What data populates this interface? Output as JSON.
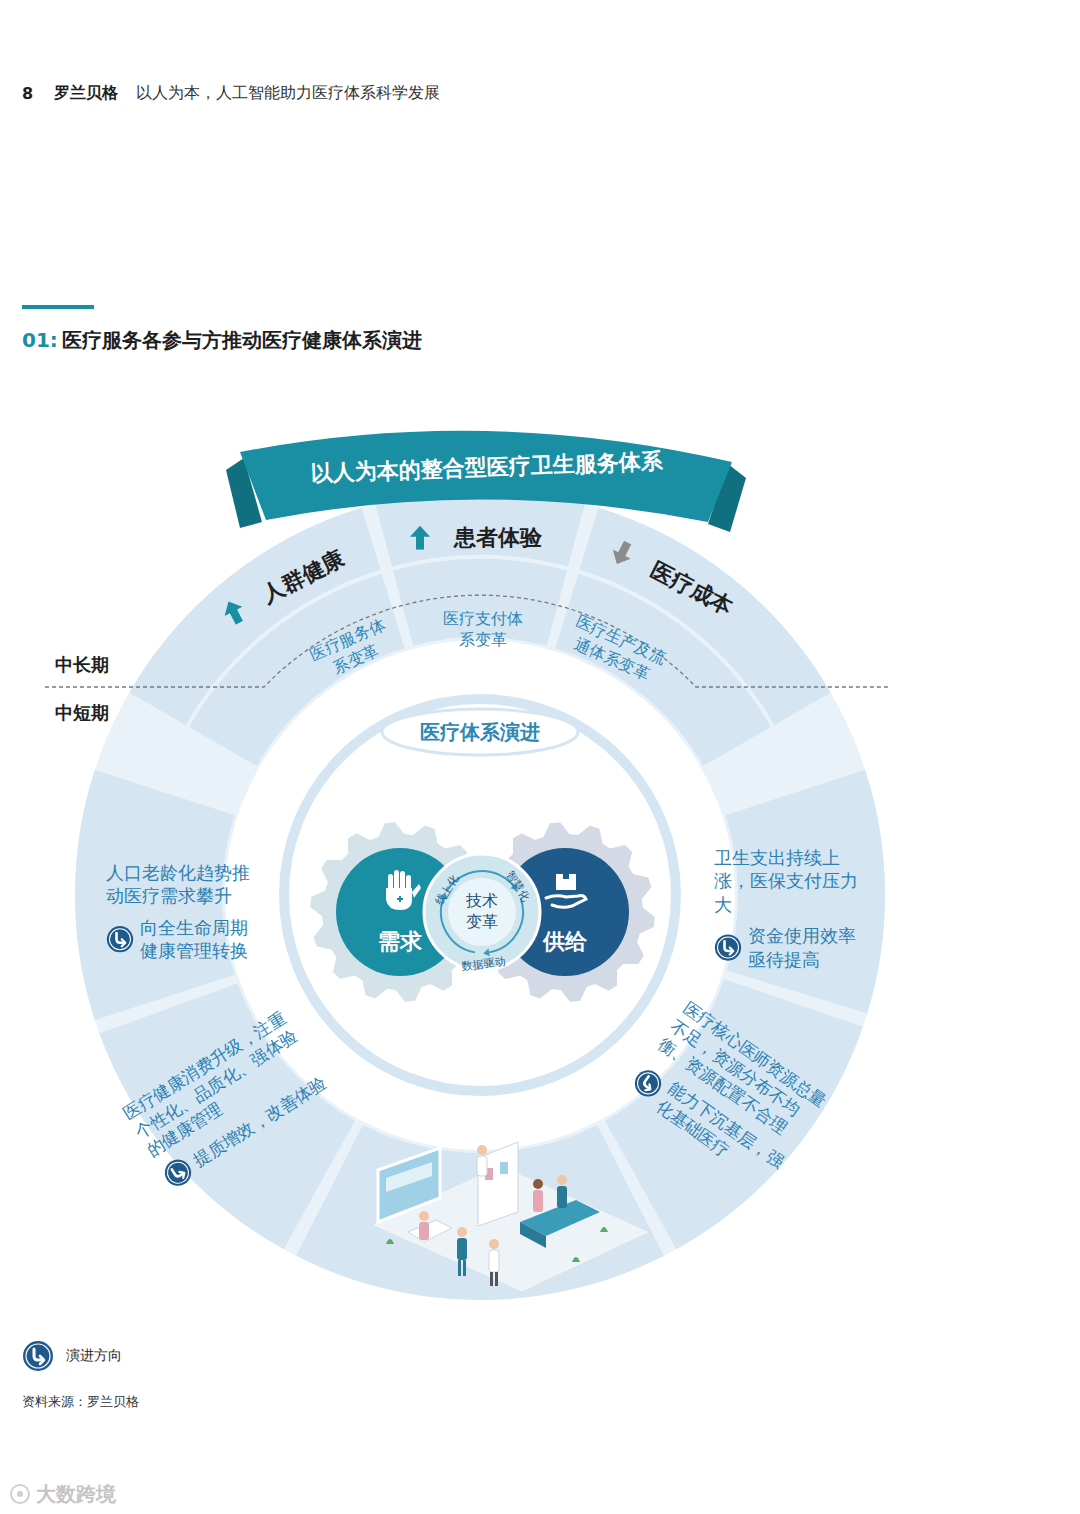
{
  "diagram": {
    "title": "医疗服务各参与方推动医疗健康体系演进",
    "caption": "资料来源：罗兰贝格",
    "nodes": [
      {
        "text": [
          "以人为本的整合型医疗卫生服务体系"
        ]
      },
      {
        "text": [
          "人群健康"
        ]
      },
      {
        "text": [
          "患者体验"
        ]
      },
      {
        "text": [
          "医疗成本"
        ]
      },
      {
        "text": [
          "医疗服务体系变革"
        ]
      },
      {
        "text": [
          "医疗支付体系变革"
        ]
      },
      {
        "text": [
          "医疗生产及流通体系变革"
        ]
      },
      {
        "text": [
          "医疗体系演进"
        ]
      },
      {
        "text": [
          "人口老龄化趋势推动医疗需求攀升",
          "向全生命周期健康管理转换"
        ]
      },
      {
        "text": [
          "卫生支出持续上涨，医保支付压力大",
          "资金使用效率亟待提高"
        ]
      },
      {
        "text": [
          "医疗健康消费升级，注重个性化、品质化、强体验的健康管理",
          "提质增效，改善体验"
        ]
      },
      {
        "text": [
          "医疗核心医师资源总量不足，资源分布不均衡、资源配置不合理",
          "能力下沉基层，强化基础医疗"
        ]
      },
      {
        "text": [
          "需求"
        ]
      },
      {
        "text": [
          "技术变革"
        ]
      },
      {
        "text": [
          "供给"
        ]
      }
    ],
    "labels": [
      "8",
      "罗兰贝格",
      "以人为本，人工智能助力医疗体系科学发展",
      "01:",
      "中长期",
      "中短期",
      "线上化",
      "智慧化",
      "数据驱动",
      "大数跨境"
    ],
    "legend": [
      {
        "text": "演进方向"
      }
    ]
  }
}
